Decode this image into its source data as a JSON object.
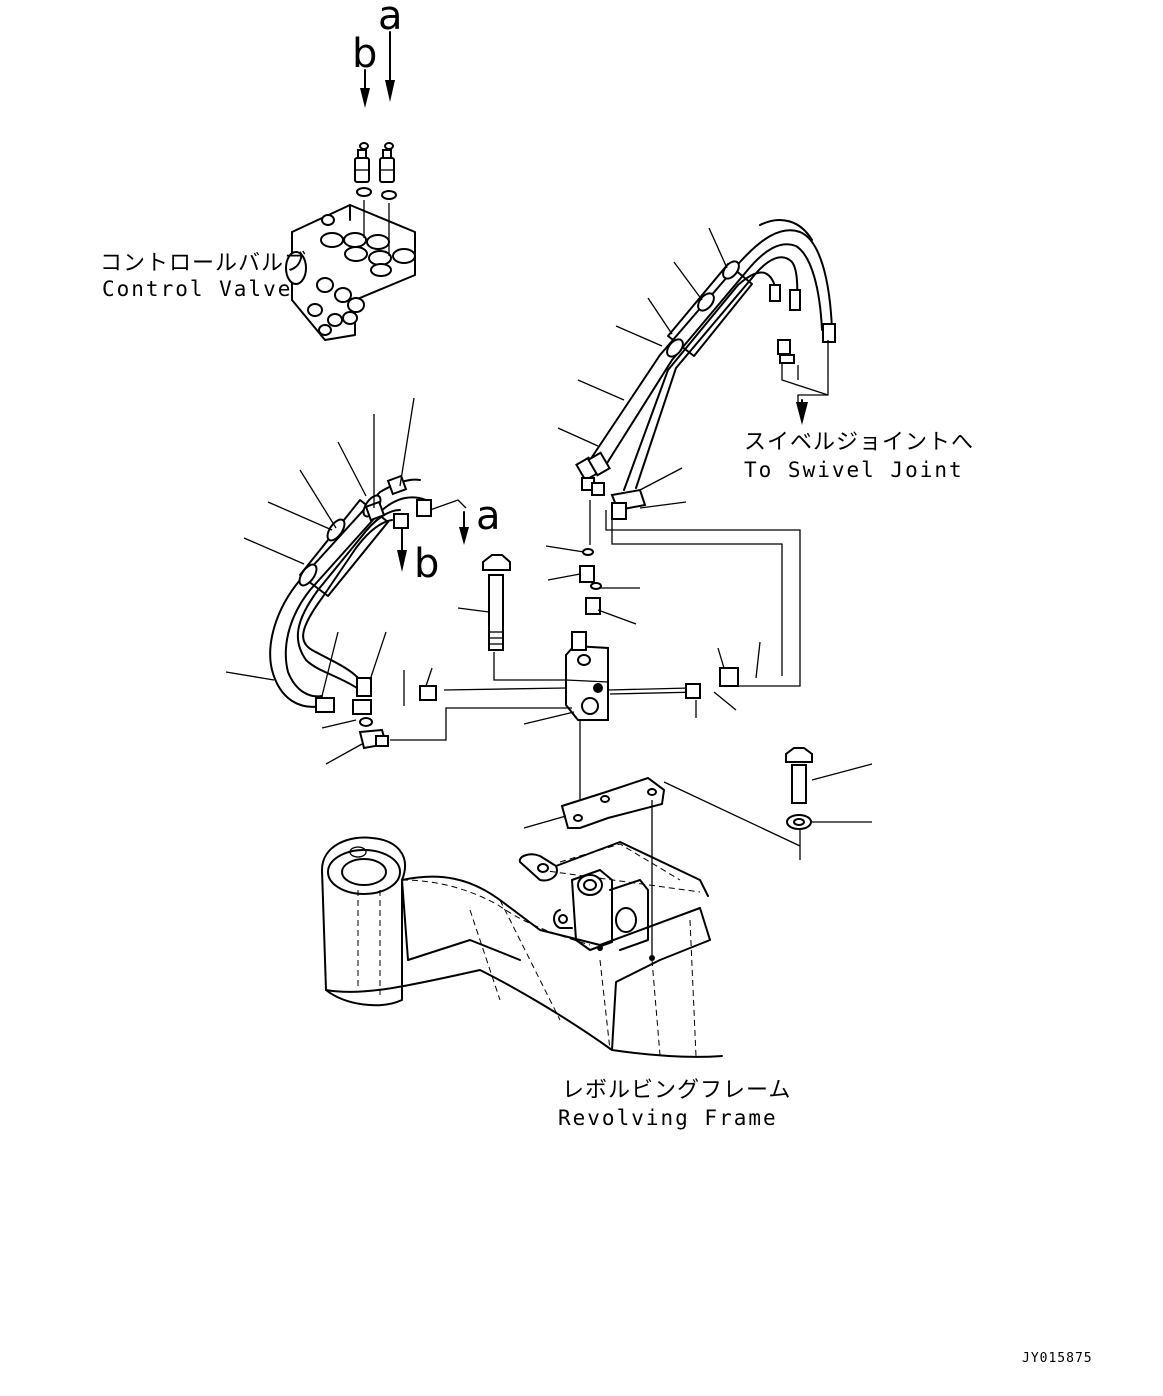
{
  "labels": {
    "control_valve_jp": "コントロールバルブ",
    "control_valve_en": "Control Valve",
    "swivel_joint_jp": "スイベルジョイントへ",
    "swivel_joint_en": "To Swivel Joint",
    "revolving_frame_jp": "レボルビングフレーム",
    "revolving_frame_en": "Revolving Frame"
  },
  "markers": {
    "top_a": "a",
    "top_b": "b",
    "mid_a": "a",
    "mid_b": "b"
  },
  "drawing_code": "JY015875"
}
